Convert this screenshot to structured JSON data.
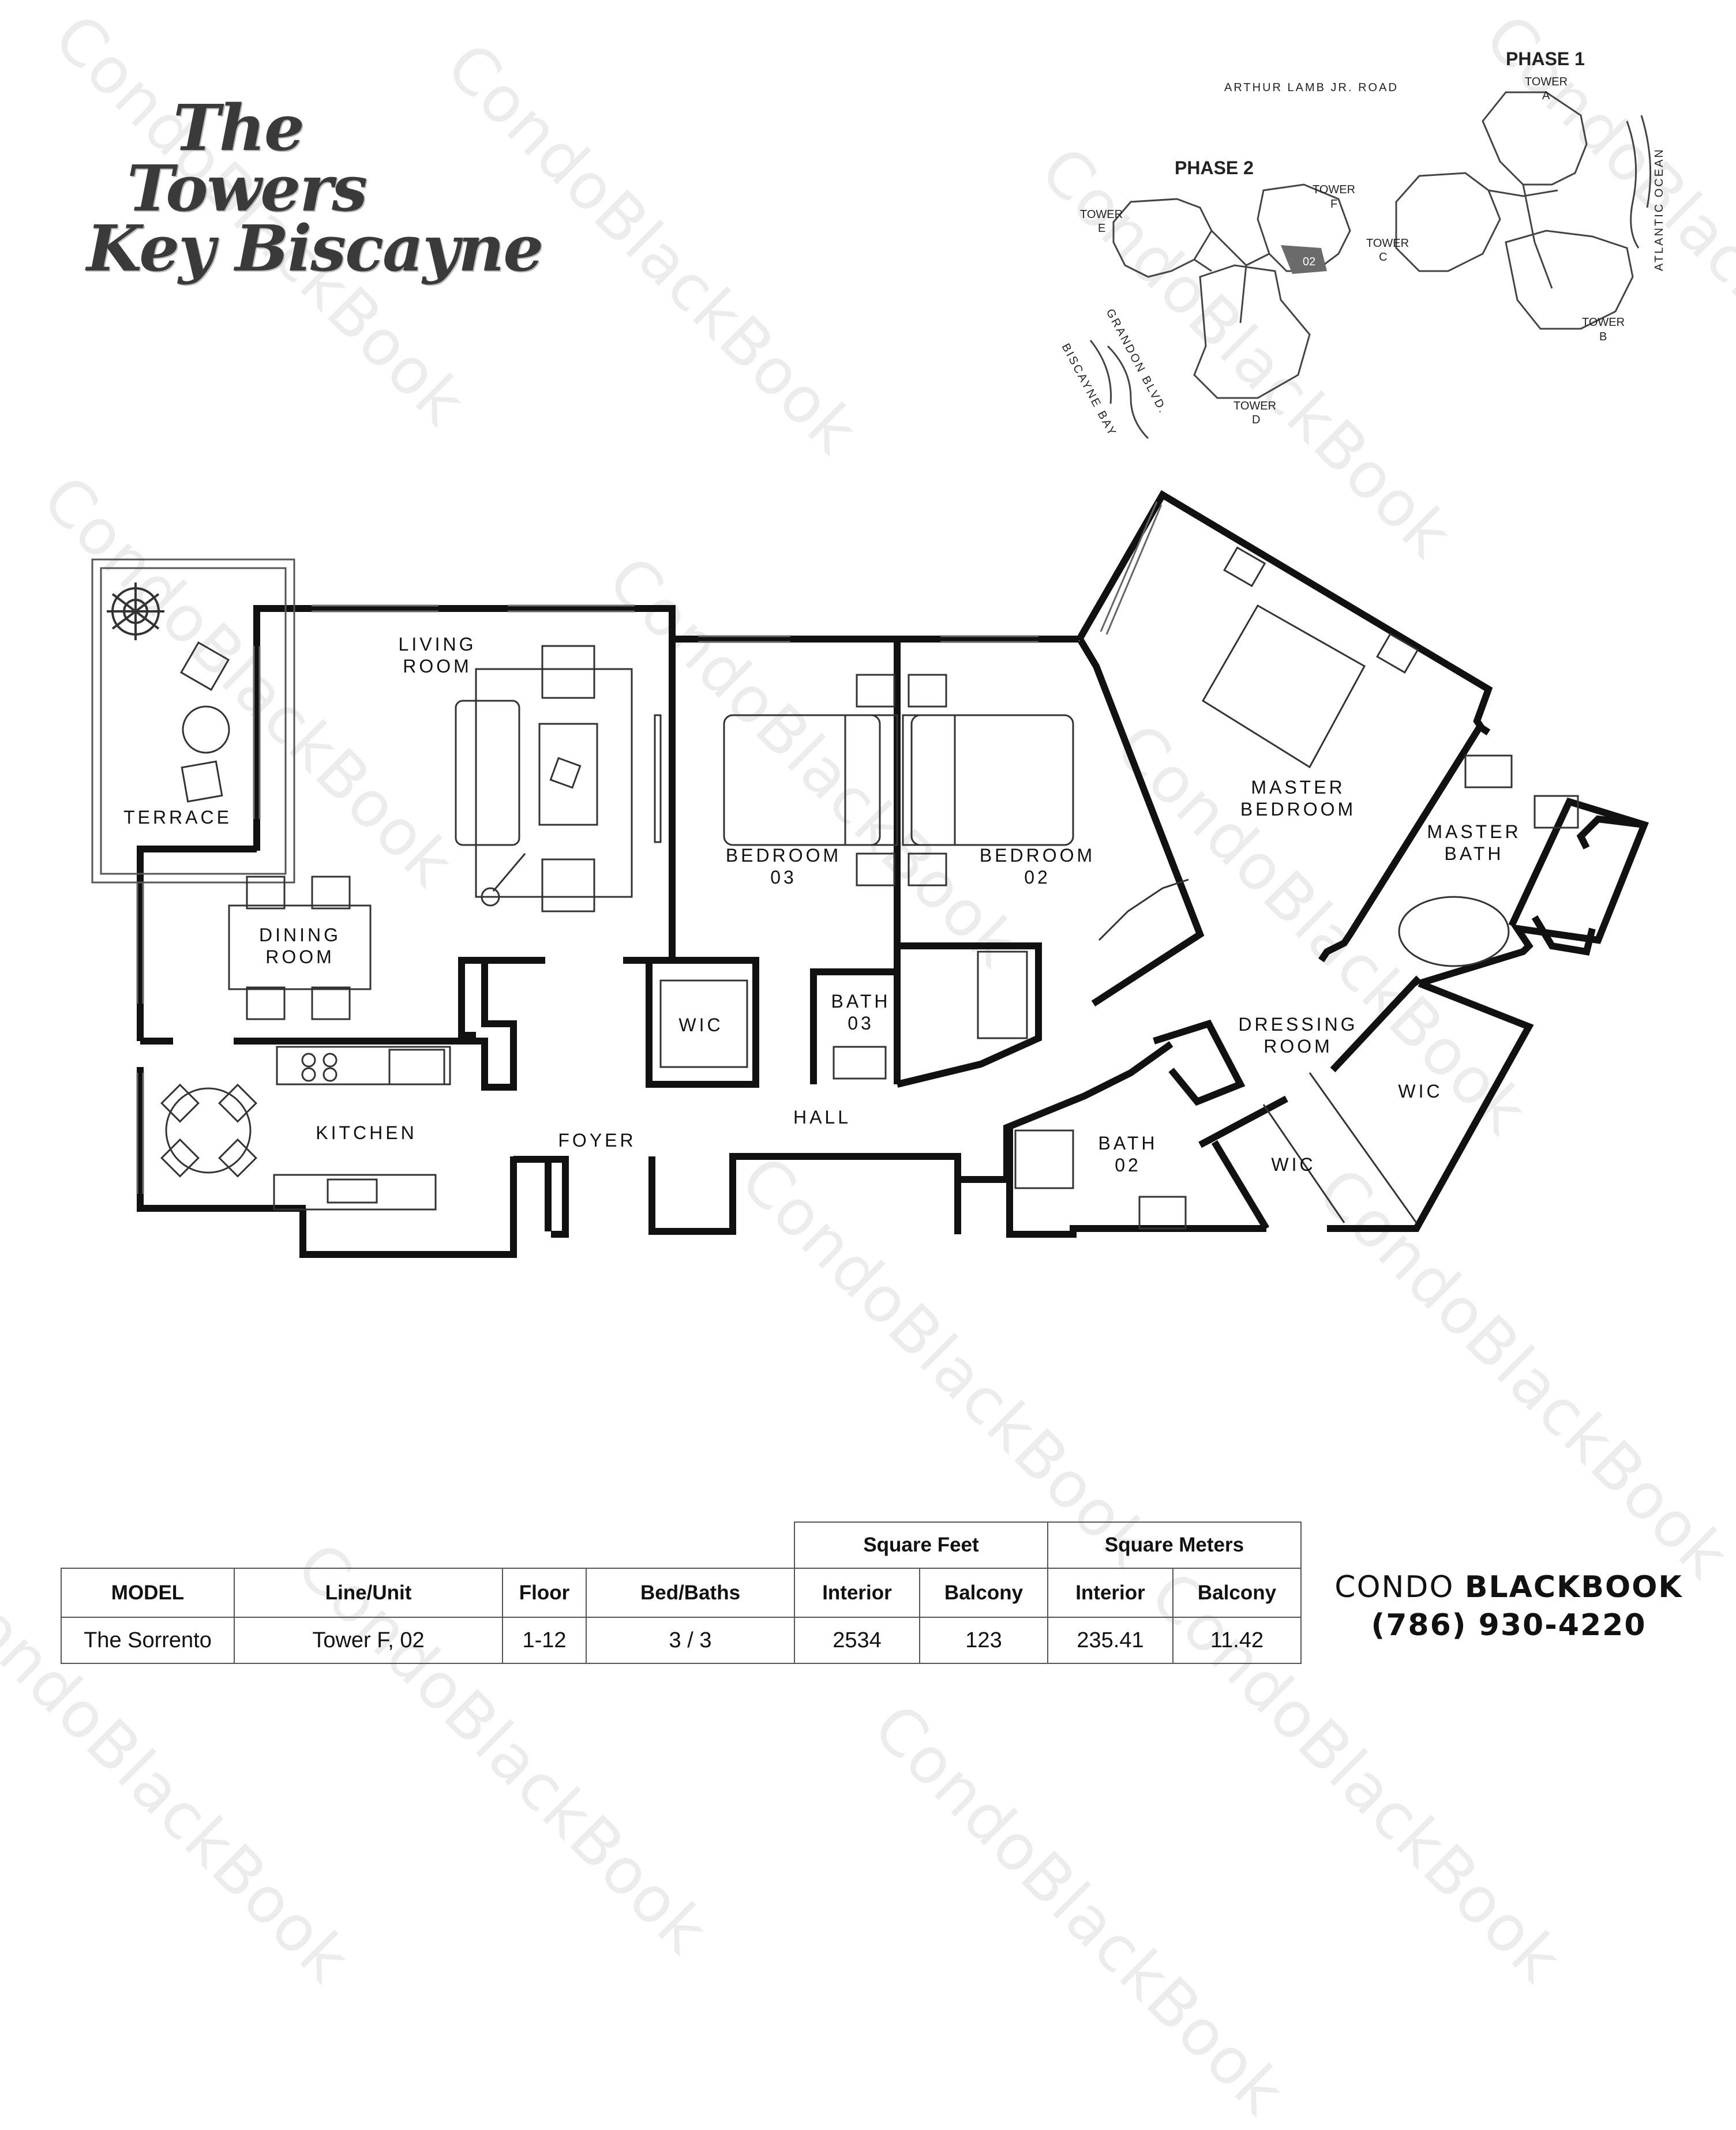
{
  "watermark": "CondoBlackBook",
  "logo": {
    "line1": "The",
    "line2": "Towers",
    "line3": "Key Biscayne"
  },
  "key_plan": {
    "road_top": "ARTHUR LAMB JR. ROAD",
    "road_left": "GRANDON BLVD.",
    "bay": "BISCAYNE BAY",
    "ocean": "ATLANTIC OCEAN",
    "phase1": "PHASE 1",
    "phase2": "PHASE 2",
    "towers": {
      "a": [
        "TOWER",
        "A"
      ],
      "b": [
        "TOWER",
        "B"
      ],
      "c": [
        "TOWER",
        "C"
      ],
      "d": [
        "TOWER",
        "D"
      ],
      "e": [
        "TOWER",
        "E"
      ],
      "f": [
        "TOWER",
        "F"
      ]
    },
    "highlighted_unit": "02",
    "highlight_color": "#6b6b6b"
  },
  "rooms": {
    "living": [
      "LIVING",
      "ROOM"
    ],
    "terrace": "TERRACE",
    "dining": [
      "DINING",
      "ROOM"
    ],
    "kitchen": "KITCHEN",
    "foyer": "FOYER",
    "hall": "HALL",
    "bed3": [
      "BEDROOM",
      "03"
    ],
    "bed2": [
      "BEDROOM",
      "02"
    ],
    "wic_bed3": "WIC",
    "bath3": [
      "BATH",
      "03"
    ],
    "master_bed": [
      "MASTER",
      "BEDROOM"
    ],
    "master_bath": [
      "MASTER",
      "BATH"
    ],
    "dressing": [
      "DRESSING",
      "ROOM"
    ],
    "wic_a": "WIC",
    "wic_b": "WIC",
    "bath2": [
      "BATH",
      "02"
    ]
  },
  "table": {
    "group_sqft": "Square Feet",
    "group_sqm": "Square Meters",
    "headers": [
      "MODEL",
      "Line/Unit",
      "Floor",
      "Bed/Baths",
      "Interior",
      "Balcony",
      "Interior",
      "Balcony"
    ],
    "row": [
      "The Sorrento",
      "Tower F, 02",
      "1-12",
      "3 / 3",
      "2534",
      "123",
      "235.41",
      "11.42"
    ]
  },
  "brand": {
    "name_light": "CONDO",
    "name_bold": "BLACKBOOK",
    "phone": "(786) 930-4220"
  }
}
